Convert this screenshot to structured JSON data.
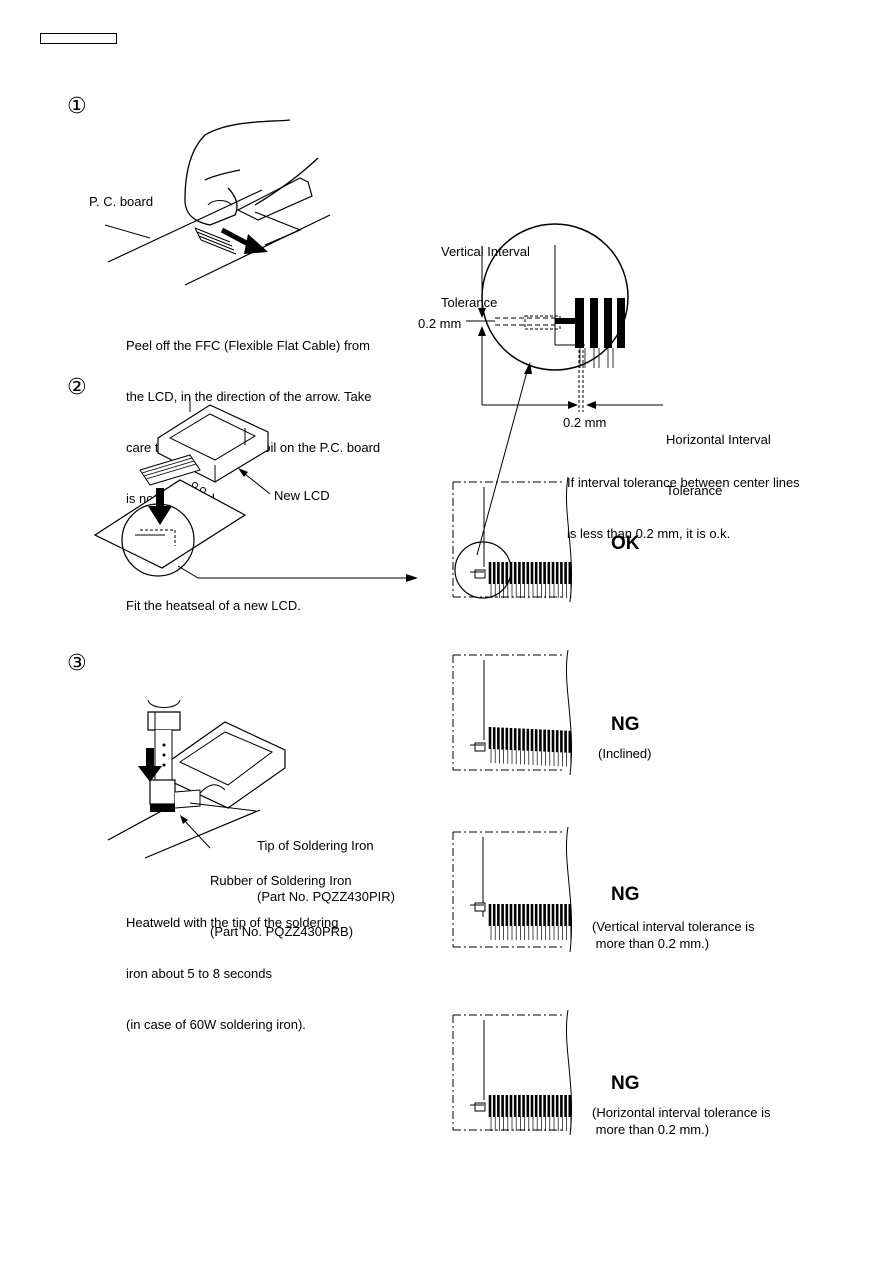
{
  "header": {
    "box_label": ""
  },
  "steps": {
    "step1": {
      "marker": "①",
      "pc_board_label": "P. C. board",
      "caption": [
        "Peel off the FFC (Flexible Flat Cable) from",
        "the LCD, in the direction of the arrow. Take",
        "care to ensure that the foil on the P.C. board",
        "is not damaged."
      ]
    },
    "step2": {
      "marker": "②",
      "new_lcd_label": "New LCD",
      "caption": "Fit the heatseal of a new LCD."
    },
    "step3": {
      "marker": "③",
      "tip_label": [
        "Tip of Soldering Iron",
        "(Part No. PQZZ430PIR)"
      ],
      "rubber_label": [
        "Rubber of Soldering Iron",
        "(Part No. PQZZ430PRB)"
      ],
      "caption": [
        "Heatweld with the tip of the soldering",
        "iron about 5 to 8 seconds",
        "(in case of 60W soldering iron)."
      ]
    }
  },
  "tolerance": {
    "vertical_label": [
      "Vertical Interval",
      "Tolerance"
    ],
    "horizontal_label": [
      "Horizontal Interval",
      "Tolerance"
    ],
    "v_value": "0.2 mm",
    "h_value": "0.2 mm",
    "note": [
      "If interval tolerance between center lines",
      "is less than 0.2 mm, it is o.k."
    ]
  },
  "results": [
    {
      "verdict": "OK",
      "note": []
    },
    {
      "verdict": "NG",
      "note": [
        "(Inclined)"
      ]
    },
    {
      "verdict": "NG",
      "note": [
        "(Vertical interval tolerance is",
        " more than 0.2 mm.)"
      ]
    },
    {
      "verdict": "NG",
      "note": [
        "(Horizontal interval tolerance is",
        " more than 0.2 mm.)"
      ]
    }
  ]
}
